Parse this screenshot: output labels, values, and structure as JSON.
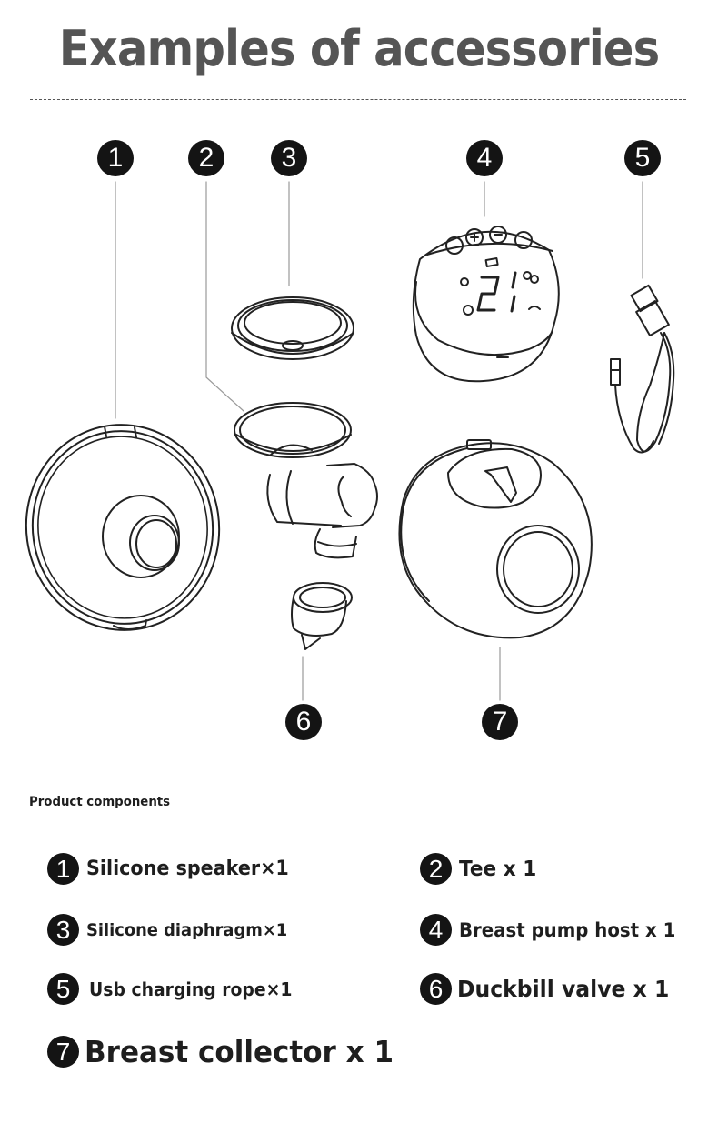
{
  "header": {
    "title": "Examples of accessories"
  },
  "diagram": {
    "callouts": [
      {
        "number": "1",
        "part": "silicone-speaker"
      },
      {
        "number": "2",
        "part": "tee"
      },
      {
        "number": "3",
        "part": "silicone-diaphragm"
      },
      {
        "number": "4",
        "part": "breast-pump-host"
      },
      {
        "number": "5",
        "part": "usb-charging-rope"
      },
      {
        "number": "6",
        "part": "duckbill-valve"
      },
      {
        "number": "7",
        "part": "breast-collector"
      }
    ],
    "display": {
      "digit": "2",
      "digit2": "1"
    }
  },
  "components": {
    "heading": "Product components",
    "items": [
      {
        "number": "1",
        "label": "Silicone speaker×1"
      },
      {
        "number": "2",
        "label": "Tee x 1"
      },
      {
        "number": "3",
        "label": "Silicone diaphragm×1"
      },
      {
        "number": "4",
        "label": "Breast pump host x 1"
      },
      {
        "number": "5",
        "label": "Usb charging rope×1"
      },
      {
        "number": "6",
        "label": "Duckbill valve x 1"
      },
      {
        "number": "7",
        "label": "Breast collector x 1"
      }
    ]
  },
  "colors": {
    "title": "#555555",
    "badge": "#141414",
    "text": "#1e1e1e",
    "line": "#888888"
  }
}
